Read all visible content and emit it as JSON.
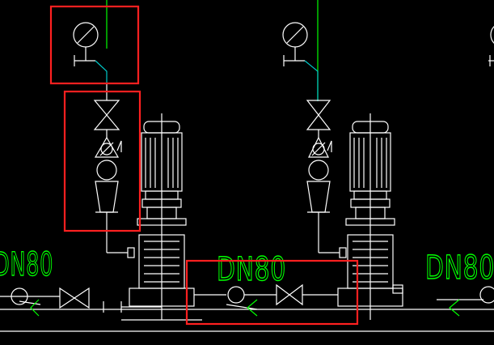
{
  "drawing": {
    "background": "#000000",
    "colors": {
      "line": "#ffffff",
      "pipe_green": "#00ff00",
      "instrument_cyan": "#00c8c8",
      "highlight_red": "#ff2020"
    },
    "pipe_labels": [
      {
        "text": "DN80"
      },
      {
        "text": "DN80"
      },
      {
        "text": "DN80"
      }
    ]
  }
}
